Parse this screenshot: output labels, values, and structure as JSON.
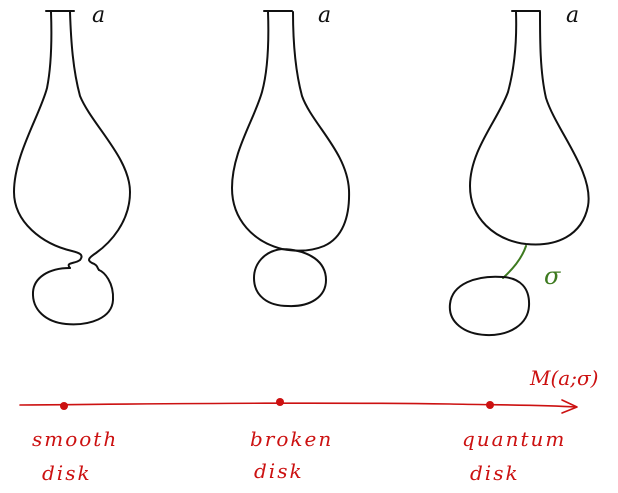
{
  "colors": {
    "ink": "#111111",
    "axis": "#cc1111",
    "sigma": "#3d7a1f"
  },
  "figures": [
    {
      "id": "smooth",
      "label": "a"
    },
    {
      "id": "broken",
      "label": "a"
    },
    {
      "id": "quantum",
      "label": "a",
      "connector_label": "σ"
    }
  ],
  "axis": {
    "label": "M(a;σ)",
    "points": [
      {
        "line1": "smooth",
        "line2": "disk"
      },
      {
        "line1": "broken",
        "line2": "disk"
      },
      {
        "line1": "quantum",
        "line2": "disk"
      }
    ]
  }
}
